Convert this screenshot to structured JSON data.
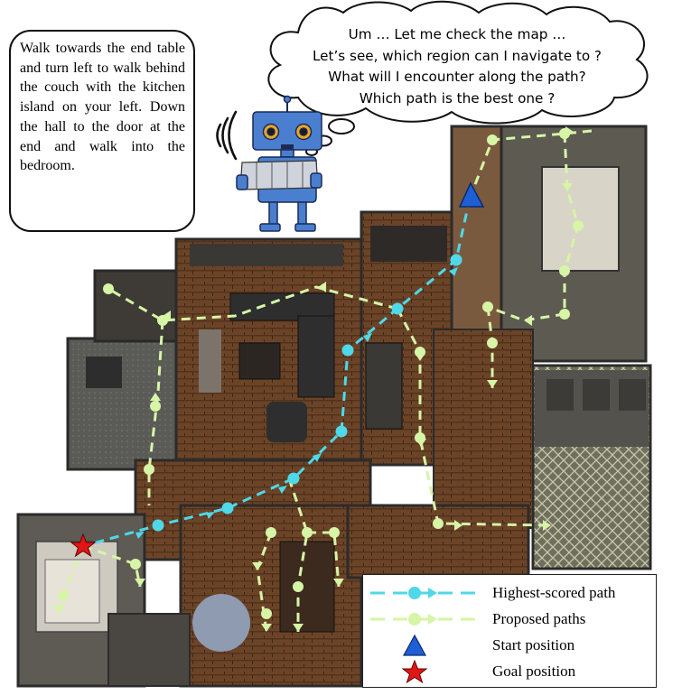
{
  "instruction": {
    "text": "Walk towards the end table and turn left to walk behind the couch with the kitchen island on your left. Down the hall to the door at the end and walk into the bedroom."
  },
  "thought": {
    "lines": [
      "Um … Let me check the map …",
      "Let’s see, which region can I navigate to ?",
      "What will I encounter along the path?",
      "Which path is the best one ?"
    ]
  },
  "legend": {
    "highest_scored_path": "Highest-scored path",
    "proposed_paths": "Proposed paths",
    "start_position": "Start position",
    "goal_position": "Goal position"
  },
  "colors": {
    "highest_path": "#4fd8e8",
    "proposed_path": "#d6f5a6",
    "start_marker": "#1f5fd6",
    "goal_marker": "#e01616",
    "robot_body": "#4a7fd0",
    "floor_wood": "#6b4428"
  },
  "icons": [
    "robot-reading-map-icon",
    "sound-waves-icon",
    "start-triangle-icon",
    "goal-star-icon"
  ]
}
